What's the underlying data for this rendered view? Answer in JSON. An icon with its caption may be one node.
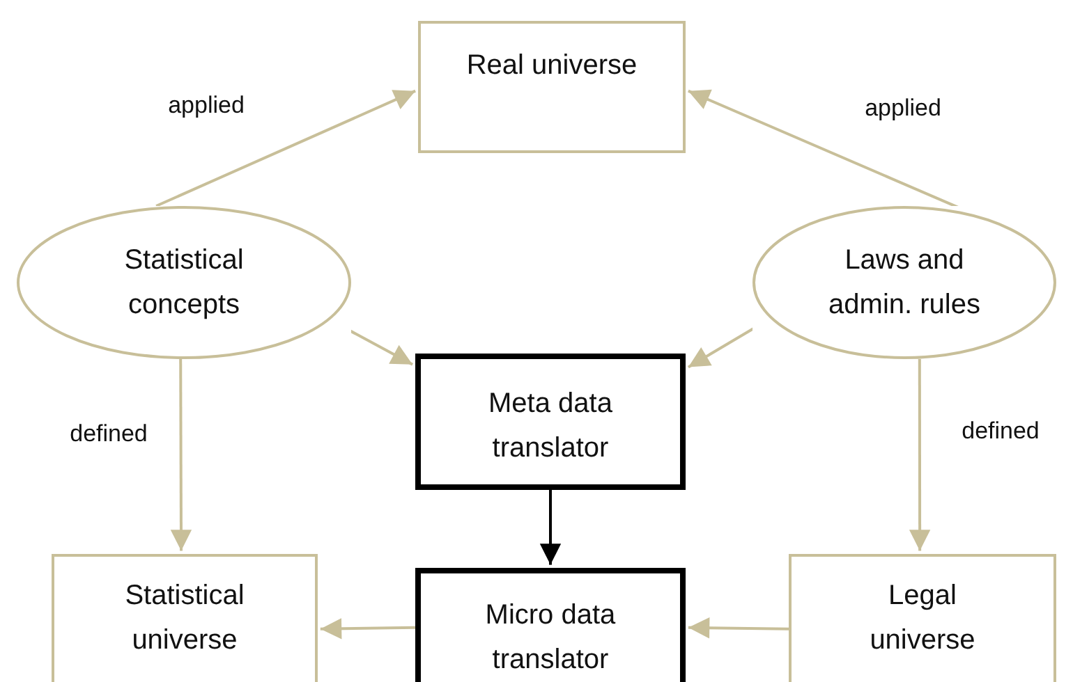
{
  "diagram": {
    "nodes": [
      {
        "text": [
          "Real universe"
        ]
      },
      {
        "text": [
          "Statistical concepts"
        ]
      },
      {
        "text": [
          "Laws and admin. rules"
        ]
      },
      {
        "text": [
          "Meta data translator"
        ]
      },
      {
        "text": [
          "Statistical universe"
        ]
      },
      {
        "text": [
          "Micro data translator"
        ]
      },
      {
        "text": [
          "Legal universe"
        ]
      }
    ],
    "edges": [
      {
        "from": 1,
        "to": 0,
        "arrow": "to",
        "label": "applied"
      },
      {
        "from": 2,
        "to": 0,
        "arrow": "to",
        "label": "applied"
      },
      {
        "from": 1,
        "to": 3,
        "arrow": "to"
      },
      {
        "from": 2,
        "to": 3,
        "arrow": "to"
      },
      {
        "from": 1,
        "to": 4,
        "arrow": "to",
        "label": "defined"
      },
      {
        "from": 2,
        "to": 6,
        "arrow": "to",
        "label": "defined"
      },
      {
        "from": 3,
        "to": 5,
        "arrow": "to",
        "color": "#000000"
      },
      {
        "from": 6,
        "to": 5,
        "arrow": "to"
      },
      {
        "from": 5,
        "to": 4,
        "arrow": "to"
      }
    ]
  }
}
